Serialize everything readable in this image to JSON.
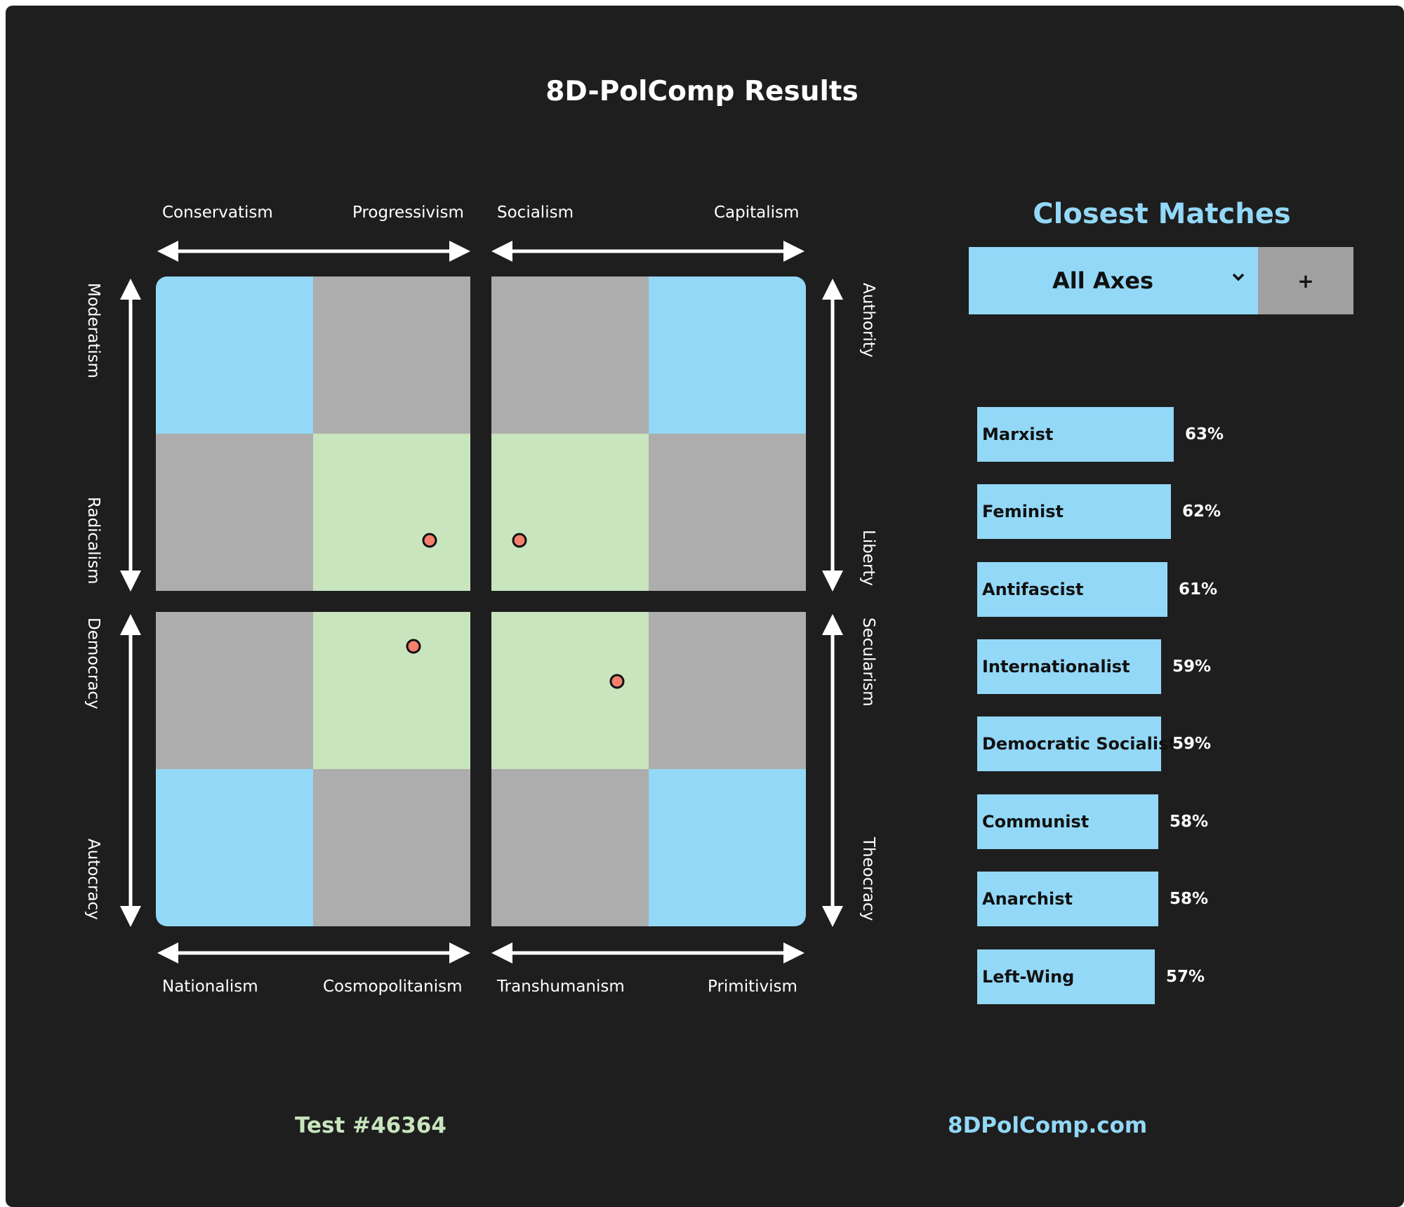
{
  "title": "8D-PolComp Results",
  "axes": {
    "top_left": [
      "Conservatism",
      "Progressivism"
    ],
    "top_right": [
      "Socialism",
      "Capitalism"
    ],
    "bottom_left": [
      "Nationalism",
      "Cosmopolitanism"
    ],
    "bottom_right": [
      "Transhumanism",
      "Primitivism"
    ],
    "left_upper": [
      "Moderatism",
      "Radicalism"
    ],
    "left_lower": [
      "Democracy",
      "Autocracy"
    ],
    "right_upper": [
      "Authority",
      "Liberty"
    ],
    "right_lower": [
      "Secularism",
      "Theocracy"
    ]
  },
  "grid_colors": {
    "blue": "#93d8f7",
    "gray": "#adadad",
    "green": "#c8e5be",
    "marker": "#f47f6b"
  },
  "results_markers": [
    {
      "quadrant": "top-left",
      "x_pct": 87,
      "y_pct": 84
    },
    {
      "quadrant": "top-right",
      "x_pct": 9,
      "y_pct": 84
    },
    {
      "quadrant": "bottom-left",
      "x_pct": 82,
      "y_pct": 11
    },
    {
      "quadrant": "bottom-right",
      "x_pct": 40,
      "y_pct": 22
    }
  ],
  "matches": {
    "title": "Closest Matches",
    "selector_value": "All Axes",
    "add_label": "+",
    "items": [
      {
        "name": "Marxist",
        "percent": "63%",
        "value": 63
      },
      {
        "name": "Feminist",
        "percent": "62%",
        "value": 62
      },
      {
        "name": "Antifascist",
        "percent": "61%",
        "value": 61
      },
      {
        "name": "Internationalist",
        "percent": "59%",
        "value": 59
      },
      {
        "name": "Democratic Socialist",
        "percent": "59%",
        "value": 59
      },
      {
        "name": "Communist",
        "percent": "58%",
        "value": 58
      },
      {
        "name": "Anarchist",
        "percent": "58%",
        "value": 58
      },
      {
        "name": "Left-Wing",
        "percent": "57%",
        "value": 57
      }
    ]
  },
  "footer": {
    "test_id": "Test #46364",
    "site": "8DPolComp.com"
  }
}
